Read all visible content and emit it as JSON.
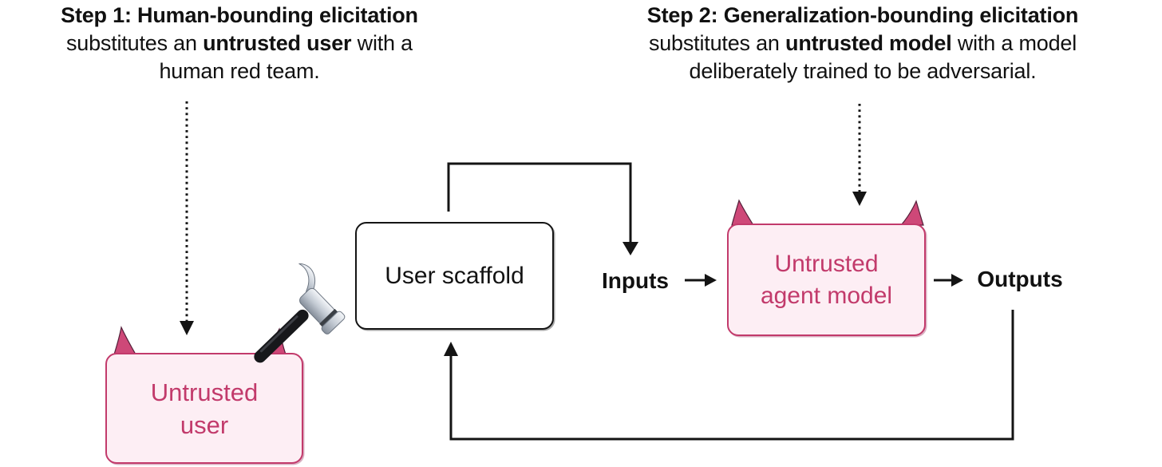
{
  "annotations": {
    "step1": {
      "line1": "Step 1: Human-bounding elicitation",
      "line2_pre": "substitutes an ",
      "line2_bold": "untrusted user",
      "line2_post": " with a",
      "line3": "human red team."
    },
    "step2": {
      "line1": "Step 2: Generalization-bounding elicitation",
      "line2_pre": "substitutes an ",
      "line2_bold": "untrusted model",
      "line2_post": " with a model",
      "line3": "deliberately trained to be adversarial."
    }
  },
  "nodes": {
    "untrusted_user": {
      "label": "Untrusted user"
    },
    "user_scaffold": {
      "label": "User scaffold"
    },
    "untrusted_agent_model": {
      "label": "Untrusted agent model"
    }
  },
  "labels": {
    "inputs": "Inputs",
    "outputs": "Outputs"
  },
  "icons": {
    "hammer": "claw-hammer",
    "devil_horns": "devil-horns"
  },
  "edges": [
    {
      "from": "step1-annotation",
      "to": "untrusted-user",
      "style": "dotted-arrow"
    },
    {
      "from": "step2-annotation",
      "to": "untrusted-agent-model",
      "style": "dotted-arrow"
    },
    {
      "from": "user-scaffold",
      "to": "inputs-label",
      "style": "solid-elbow-arrow"
    },
    {
      "from": "inputs-label",
      "to": "untrusted-agent-model",
      "style": "solid-arrow"
    },
    {
      "from": "untrusted-agent-model",
      "to": "outputs-label",
      "style": "solid-arrow"
    },
    {
      "from": "outputs-label",
      "to": "user-scaffold",
      "style": "solid-elbow-arrow"
    }
  ],
  "colors": {
    "background": "#ffffff",
    "line_black": "#141414",
    "text_black": "#111111",
    "pink_accent": "#c23a6b",
    "pink_fill": "#fdeef4",
    "horn_pink": "#ce4878",
    "horn_outline": "#55203a"
  }
}
